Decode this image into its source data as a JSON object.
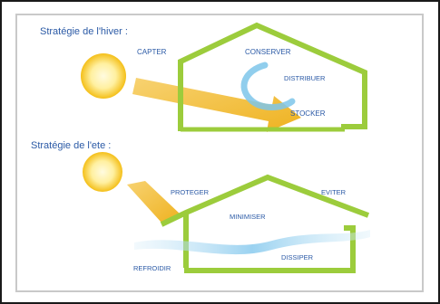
{
  "colors": {
    "frame": "#1a1a1a",
    "border": "#c9c9c9",
    "house": "#9ccc3c",
    "sun_core": "#fff4a8",
    "sun_edge": "#f6c21a",
    "beam": "#f2b51e",
    "heat_flow": "#7ec6ea",
    "title_text": "#2b5aa6",
    "label_text": "#2b5aa6"
  },
  "winter": {
    "title": "Stratégie de l'hiver :",
    "labels": {
      "capter": "CAPTER",
      "conserver": "CONSERVER",
      "distribuer": "DISTRIBUER",
      "stocker": "STOCKER"
    }
  },
  "summer": {
    "title": "Stratégie de l'ete :",
    "labels": {
      "proteger": "PROTEGER",
      "eviter": "EVITER",
      "minimiser": "MINIMISER",
      "dissiper": "DISSIPER",
      "refroidir": "REFROIDIR"
    }
  }
}
